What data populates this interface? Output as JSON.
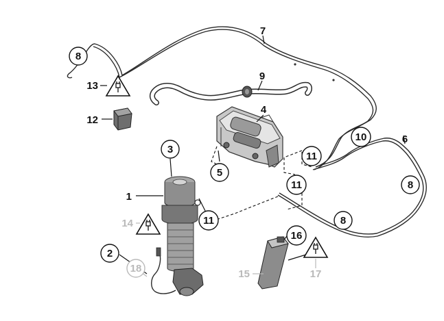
{
  "diagram": {
    "callouts": [
      {
        "id": "c1",
        "text": "1",
        "style": "plain",
        "color": "#111111"
      },
      {
        "id": "c2",
        "text": "2",
        "style": "circle",
        "color": "#111111"
      },
      {
        "id": "c3",
        "text": "3",
        "style": "circle",
        "color": "#111111"
      },
      {
        "id": "c4",
        "text": "4",
        "style": "plain",
        "color": "#111111"
      },
      {
        "id": "c5",
        "text": "5",
        "style": "circle",
        "color": "#111111"
      },
      {
        "id": "c6",
        "text": "6",
        "style": "plain",
        "color": "#111111"
      },
      {
        "id": "c7",
        "text": "7",
        "style": "plain",
        "color": "#111111"
      },
      {
        "id": "c8a",
        "text": "8",
        "style": "circle",
        "color": "#111111"
      },
      {
        "id": "c8b",
        "text": "8",
        "style": "circle",
        "color": "#111111"
      },
      {
        "id": "c8c",
        "text": "8",
        "style": "circle",
        "color": "#111111"
      },
      {
        "id": "c9",
        "text": "9",
        "style": "plain",
        "color": "#111111"
      },
      {
        "id": "c10",
        "text": "10",
        "style": "circle",
        "color": "#111111"
      },
      {
        "id": "c11a",
        "text": "11",
        "style": "circle",
        "color": "#111111"
      },
      {
        "id": "c11b",
        "text": "11",
        "style": "circle",
        "color": "#111111"
      },
      {
        "id": "c11c",
        "text": "11",
        "style": "circle",
        "color": "#111111"
      },
      {
        "id": "c12",
        "text": "12",
        "style": "plain",
        "color": "#111111"
      },
      {
        "id": "c13",
        "text": "13",
        "style": "plain",
        "color": "#111111"
      },
      {
        "id": "c14",
        "text": "14",
        "style": "plain",
        "color": "#b9b9b9"
      },
      {
        "id": "c15",
        "text": "15",
        "style": "plain",
        "color": "#b9b9b9"
      },
      {
        "id": "c16",
        "text": "16",
        "style": "circle",
        "color": "#111111"
      },
      {
        "id": "c17",
        "text": "17",
        "style": "plain",
        "color": "#b9b9b9"
      },
      {
        "id": "c18",
        "text": "18",
        "style": "circle",
        "color": "#b9b9b9"
      }
    ],
    "icons": [
      "electrical-plug-warning-icon"
    ]
  }
}
